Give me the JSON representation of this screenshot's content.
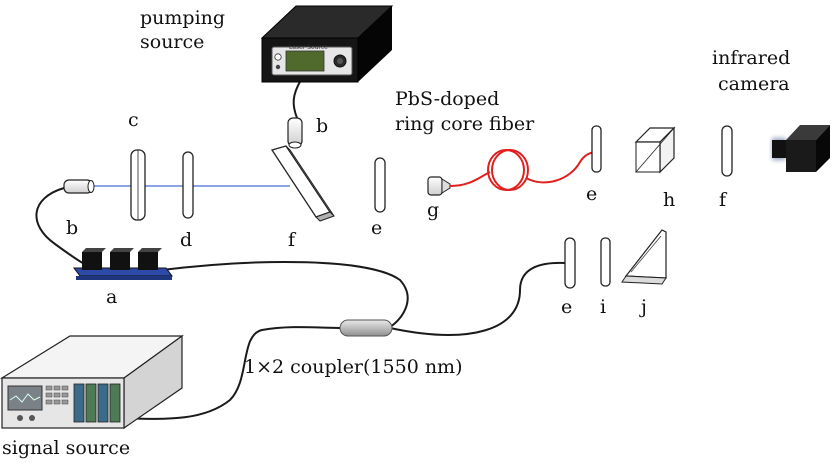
{
  "labels": {
    "pumping_source": [
      "pumping",
      "source"
    ],
    "infrared_camera": [
      "infrared",
      "camera"
    ],
    "fiber": [
      "PbS-doped",
      "ring core fiber"
    ],
    "coupler": "1×2 coupler(1550 nm)",
    "signal_source": "signal source",
    "device_text": "Laser Source",
    "letters": {
      "a": "a",
      "b_left": "b",
      "b_top": "b",
      "c": "c",
      "d": "d",
      "f_left": "f",
      "e_mid": "e",
      "g": "g",
      "e_right_top": "e",
      "h": "h",
      "f_right": "f",
      "e_bottom": "e",
      "i": "i",
      "j": "j"
    }
  },
  "colors": {
    "signal_beam": "#7fa0e8",
    "pump_beam": "#e8a060",
    "fiber": "#e0201e",
    "cable": "#1a1a1a"
  }
}
